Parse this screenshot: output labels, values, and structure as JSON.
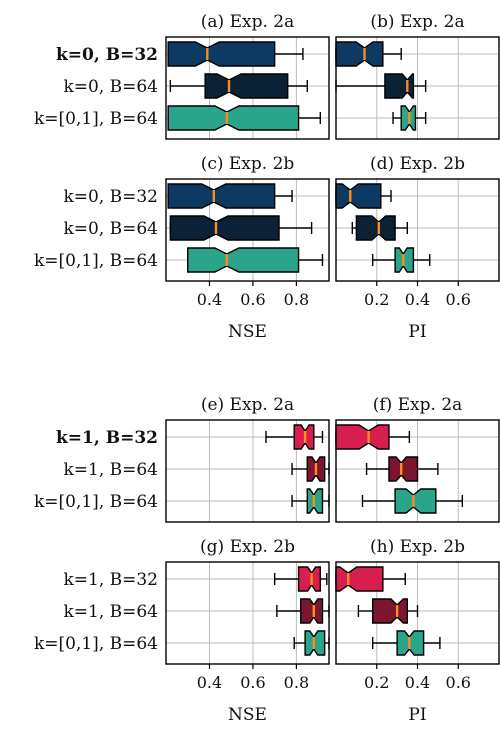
{
  "chart_data": [
    {
      "type": "boxplot",
      "title": "(a) Exp. 2a",
      "xlabel": "",
      "xlim": [
        0.2,
        0.95
      ],
      "xticks": [
        0.4,
        0.6,
        0.8
      ],
      "show_xticklabels": false,
      "grid": true,
      "categories": [
        "k=0, B=32",
        "k=0, B=64",
        "k=[0,1], B=64"
      ],
      "bold_category": 0,
      "boxes": [
        {
          "whislo": 0.21,
          "q1": 0.21,
          "med": 0.39,
          "q3": 0.7,
          "whishi": 0.83,
          "color": "#0d3a63"
        },
        {
          "whislo": 0.22,
          "q1": 0.38,
          "med": 0.49,
          "q3": 0.76,
          "whishi": 0.85,
          "color": "#0b2236"
        },
        {
          "whislo": 0.21,
          "q1": 0.21,
          "med": 0.48,
          "q3": 0.81,
          "whishi": 0.91,
          "color": "#2aa58c"
        }
      ]
    },
    {
      "type": "boxplot",
      "title": "(b) Exp. 2a",
      "xlabel": "",
      "xlim": [
        0.0,
        0.8
      ],
      "xticks": [
        0.2,
        0.4,
        0.6
      ],
      "show_xticklabels": false,
      "grid": true,
      "categories": [
        "k=0, B=32",
        "k=0, B=64",
        "k=[0,1], B=64"
      ],
      "boxes": [
        {
          "whislo": 0.0,
          "q1": 0.0,
          "med": 0.14,
          "q3": 0.23,
          "whishi": 0.32,
          "color": "#0d3a63"
        },
        {
          "whislo": 0.0,
          "q1": 0.24,
          "med": 0.35,
          "q3": 0.38,
          "whishi": 0.44,
          "color": "#0b2236"
        },
        {
          "whislo": 0.28,
          "q1": 0.32,
          "med": 0.36,
          "q3": 0.39,
          "whishi": 0.44,
          "color": "#2aa58c"
        }
      ]
    },
    {
      "type": "boxplot",
      "title": "(c) Exp. 2b",
      "xlabel": "NSE",
      "xlim": [
        0.2,
        0.95
      ],
      "xticks": [
        0.4,
        0.6,
        0.8
      ],
      "show_xticklabels": true,
      "grid": true,
      "categories": [
        "k=0, B=32",
        "k=0, B=64",
        "k=[0,1], B=64"
      ],
      "boxes": [
        {
          "whislo": 0.21,
          "q1": 0.21,
          "med": 0.42,
          "q3": 0.7,
          "whishi": 0.78,
          "color": "#0d3a63"
        },
        {
          "whislo": 0.22,
          "q1": 0.22,
          "med": 0.43,
          "q3": 0.72,
          "whishi": 0.87,
          "color": "#0b2236"
        },
        {
          "whislo": 0.3,
          "q1": 0.3,
          "med": 0.48,
          "q3": 0.81,
          "whishi": 0.92,
          "color": "#2aa58c"
        }
      ]
    },
    {
      "type": "boxplot",
      "title": "(d) Exp. 2b",
      "xlabel": "PI",
      "xlim": [
        0.0,
        0.8
      ],
      "xticks": [
        0.2,
        0.4,
        0.6
      ],
      "show_xticklabels": true,
      "grid": true,
      "categories": [
        "k=0, B=32",
        "k=0, B=64",
        "k=[0,1], B=64"
      ],
      "boxes": [
        {
          "whislo": 0.0,
          "q1": 0.0,
          "med": 0.07,
          "q3": 0.22,
          "whishi": 0.27,
          "color": "#0d3a63"
        },
        {
          "whislo": 0.08,
          "q1": 0.1,
          "med": 0.21,
          "q3": 0.29,
          "whishi": 0.35,
          "color": "#0b2236"
        },
        {
          "whislo": 0.18,
          "q1": 0.29,
          "med": 0.33,
          "q3": 0.38,
          "whishi": 0.46,
          "color": "#2aa58c"
        }
      ]
    },
    {
      "type": "boxplot",
      "title": "(e) Exp. 2a",
      "xlabel": "",
      "xlim": [
        0.2,
        0.95
      ],
      "xticks": [
        0.4,
        0.6,
        0.8
      ],
      "show_xticklabels": false,
      "grid": true,
      "categories": [
        "k=1, B=32",
        "k=1, B=64",
        "k=[0,1], B=64"
      ],
      "bold_category": 0,
      "boxes": [
        {
          "whislo": 0.66,
          "q1": 0.79,
          "med": 0.84,
          "q3": 0.88,
          "whishi": 0.92,
          "color": "#d81e4f"
        },
        {
          "whislo": 0.78,
          "q1": 0.85,
          "med": 0.89,
          "q3": 0.93,
          "whishi": 0.95,
          "color": "#7a1630"
        },
        {
          "whislo": 0.78,
          "q1": 0.85,
          "med": 0.88,
          "q3": 0.92,
          "whishi": 0.95,
          "color": "#2aa58c"
        }
      ]
    },
    {
      "type": "boxplot",
      "title": "(f) Exp. 2a",
      "xlabel": "",
      "xlim": [
        0.0,
        0.8
      ],
      "xticks": [
        0.2,
        0.4,
        0.6
      ],
      "show_xticklabels": false,
      "grid": true,
      "categories": [
        "k=1, B=32",
        "k=1, B=64",
        "k=[0,1], B=64"
      ],
      "boxes": [
        {
          "whislo": 0.0,
          "q1": 0.0,
          "med": 0.16,
          "q3": 0.26,
          "whishi": 0.36,
          "color": "#d81e4f"
        },
        {
          "whislo": 0.15,
          "q1": 0.26,
          "med": 0.32,
          "q3": 0.4,
          "whishi": 0.5,
          "color": "#7a1630"
        },
        {
          "whislo": 0.13,
          "q1": 0.29,
          "med": 0.38,
          "q3": 0.49,
          "whishi": 0.62,
          "color": "#2aa58c"
        }
      ]
    },
    {
      "type": "boxplot",
      "title": "(g) Exp. 2b",
      "xlabel": "NSE",
      "xlim": [
        0.2,
        0.95
      ],
      "xticks": [
        0.4,
        0.6,
        0.8
      ],
      "show_xticklabels": true,
      "grid": true,
      "categories": [
        "k=1, B=32",
        "k=1, B=64",
        "k=[0,1], B=64"
      ],
      "boxes": [
        {
          "whislo": 0.7,
          "q1": 0.81,
          "med": 0.87,
          "q3": 0.91,
          "whishi": 0.94,
          "color": "#d81e4f"
        },
        {
          "whislo": 0.71,
          "q1": 0.82,
          "med": 0.88,
          "q3": 0.92,
          "whishi": 0.95,
          "color": "#7a1630"
        },
        {
          "whislo": 0.79,
          "q1": 0.84,
          "med": 0.88,
          "q3": 0.93,
          "whishi": 0.95,
          "color": "#2aa58c"
        }
      ]
    },
    {
      "type": "boxplot",
      "title": "(h) Exp. 2b",
      "xlabel": "PI",
      "xlim": [
        0.0,
        0.8
      ],
      "xticks": [
        0.2,
        0.4,
        0.6
      ],
      "show_xticklabels": true,
      "grid": true,
      "categories": [
        "k=1, B=32",
        "k=1, B=64",
        "k=[0,1], B=64"
      ],
      "boxes": [
        {
          "whislo": 0.0,
          "q1": 0.0,
          "med": 0.06,
          "q3": 0.23,
          "whishi": 0.34,
          "color": "#d81e4f"
        },
        {
          "whislo": 0.11,
          "q1": 0.18,
          "med": 0.3,
          "q3": 0.35,
          "whishi": 0.4,
          "color": "#7a1630"
        },
        {
          "whislo": 0.18,
          "q1": 0.3,
          "med": 0.36,
          "q3": 0.43,
          "whishi": 0.51,
          "color": "#2aa58c"
        }
      ]
    }
  ]
}
